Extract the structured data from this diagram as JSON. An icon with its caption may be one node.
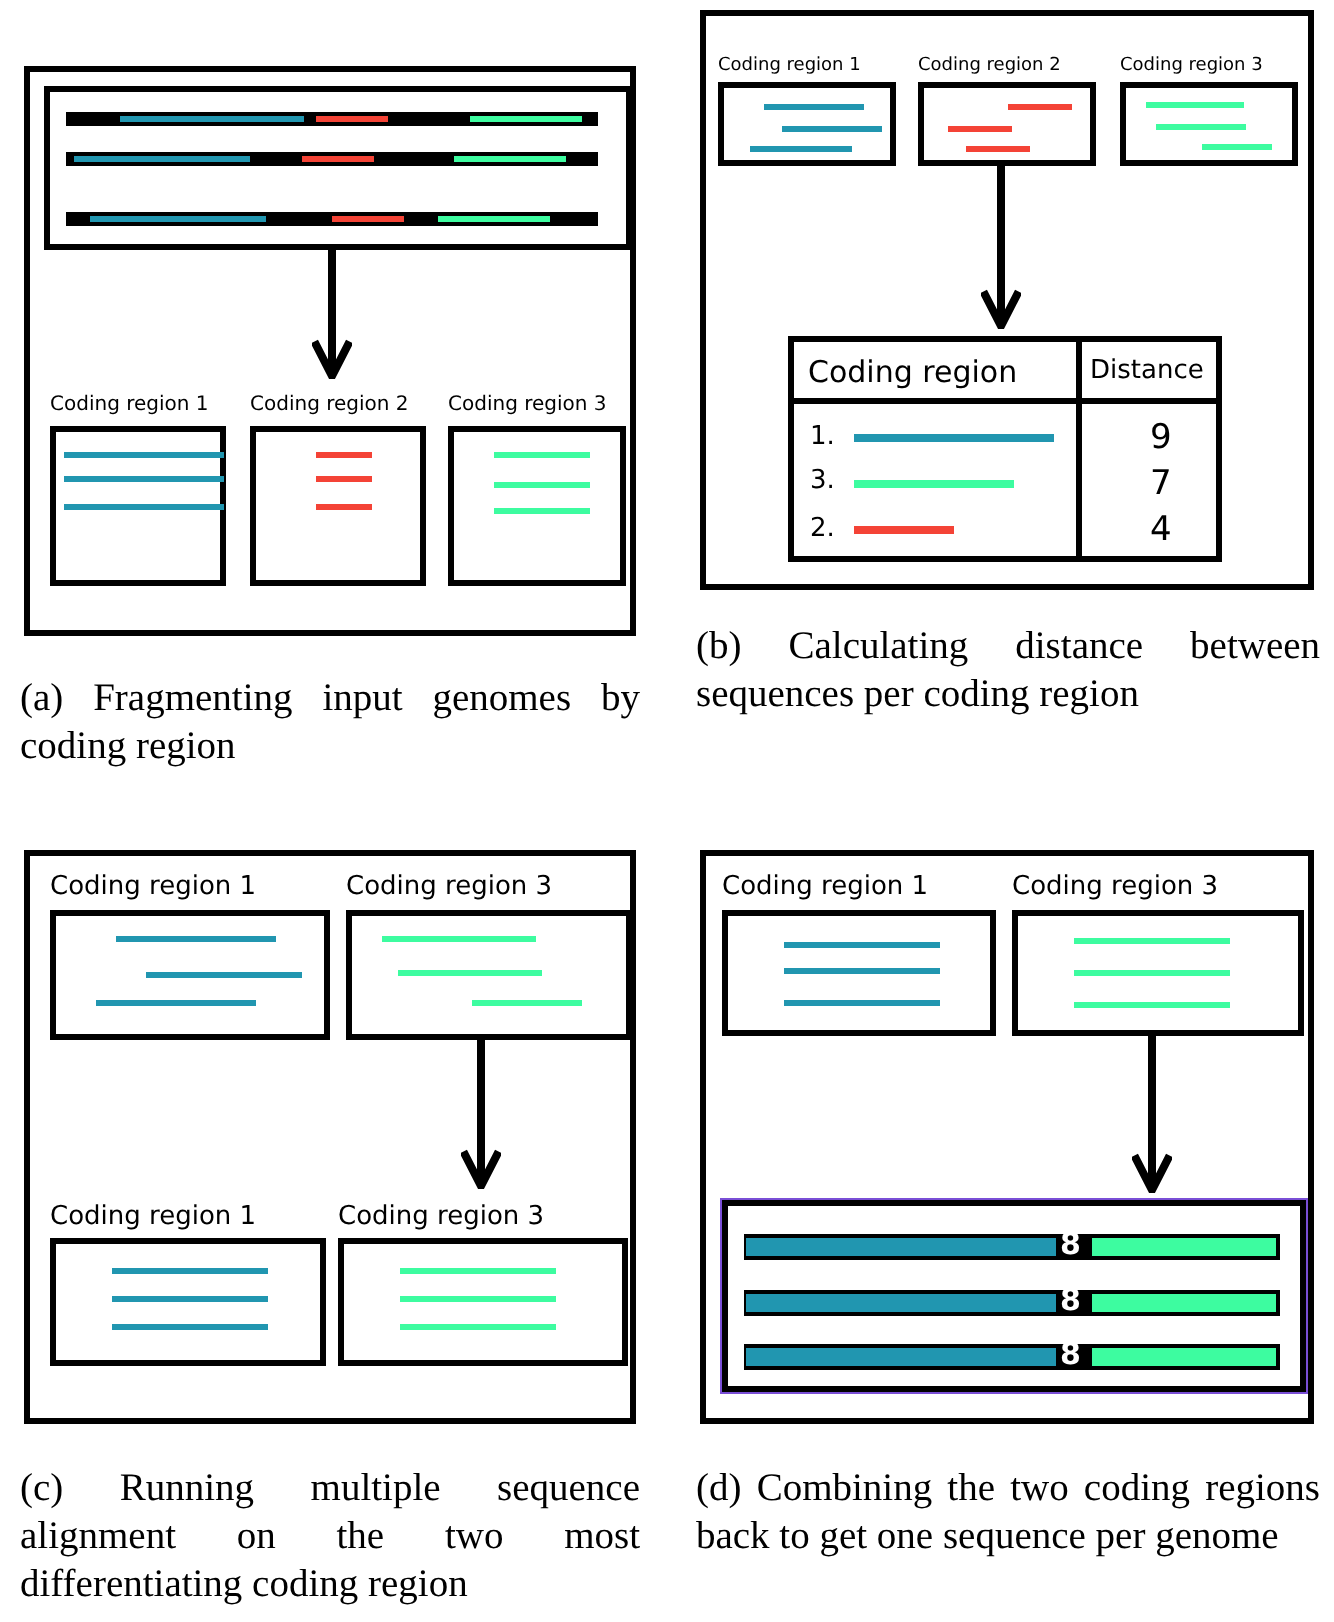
{
  "diagram": {
    "nodes": [
      {
        "text": [],
        "shape": "box",
        "beside": [
          "(a) Fragmenting input genomes by coding region"
        ]
      },
      {
        "text": [],
        "shape": "box",
        "in": 0
      },
      {
        "text": [
          "Coding region 1"
        ],
        "in": 0
      },
      {
        "text": [
          "Coding region 2"
        ],
        "in": 0
      },
      {
        "text": [
          "Coding region 3"
        ],
        "in": 0
      },
      {
        "text": [],
        "shape": "box",
        "beside": [
          "(b) Calculating distance between sequences per coding region"
        ]
      },
      {
        "text": [
          "Coding region 1"
        ],
        "in": 5
      },
      {
        "text": [
          "Coding region 2"
        ],
        "in": 5
      },
      {
        "text": [
          "Coding region 3"
        ],
        "in": 5
      },
      {
        "text": [],
        "shape": "box",
        "in": 5
      },
      {
        "text": [],
        "shape": "box",
        "beside": [
          "(c) Running multiple sequence alignment on the two most differentiating coding region"
        ]
      },
      {
        "text": [
          "Coding region 1"
        ],
        "in": 10
      },
      {
        "text": [
          "Coding region 3"
        ],
        "in": 10
      },
      {
        "text": [
          "Coding region 1"
        ],
        "in": 10
      },
      {
        "text": [
          "Coding region 3"
        ],
        "in": 10
      },
      {
        "text": [],
        "shape": "box",
        "beside": [
          "(d) Combining the two coding regions back to get one sequence per genome"
        ]
      },
      {
        "text": [
          "Coding region 1"
        ],
        "in": 15
      },
      {
        "text": [
          "Coding region 3"
        ],
        "in": 15
      },
      {
        "text": [],
        "shape": "box",
        "in": 15
      }
    ],
    "edges": [
      {
        "from": 1,
        "to": 3,
        "arrow": "to"
      },
      {
        "from": 7,
        "to": 9,
        "arrow": "to"
      },
      {
        "from": 12,
        "to": 14,
        "arrow": "to"
      },
      {
        "from": 17,
        "to": 18,
        "arrow": "to"
      }
    ],
    "labels": [
      "Coding region",
      "Distance",
      "1.",
      "9",
      "3.",
      "7",
      "2.",
      "4",
      "8",
      "8",
      "8"
    ]
  }
}
